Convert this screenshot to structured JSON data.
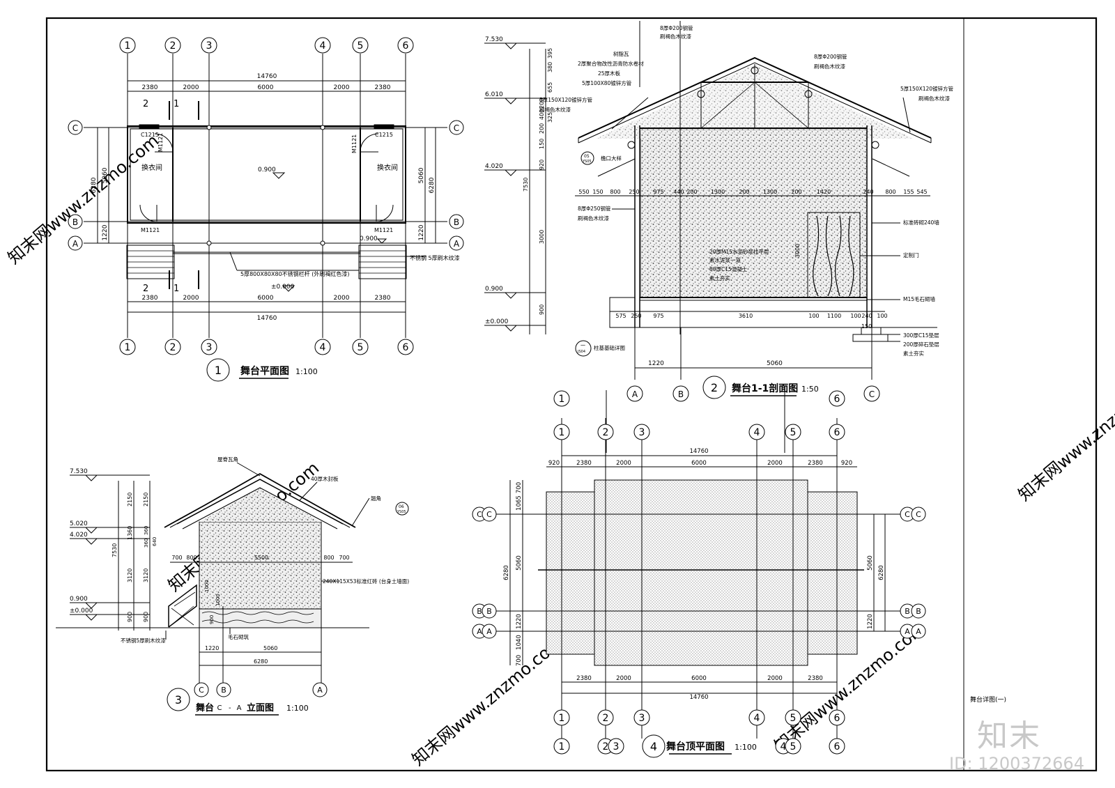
{
  "sheet": {
    "sheet_title": "舞台详图(一)"
  },
  "logo": {
    "brand": "知末",
    "id_text": "ID: 1200372664",
    "watermark": "知末网www.znzmo.com"
  },
  "grid_marks": [
    "1",
    "2",
    "3",
    "4",
    "5",
    "6",
    "A",
    "B",
    "C"
  ],
  "view1": {
    "title": "舞台平面图",
    "scale": "1:100",
    "dims_top": [
      "14760",
      "2380",
      "2000",
      "6000",
      "2000",
      "2380"
    ],
    "dims_bottom": [
      "2380",
      "2000",
      "6000",
      "2000",
      "2380",
      "14760"
    ],
    "dims_left": [
      "6280",
      "5060",
      "1220"
    ],
    "dims_right": [
      "5060",
      "6280",
      "1220"
    ],
    "rooms": [
      "换衣间",
      "换衣间"
    ],
    "doors": [
      "M1121",
      "M1121",
      "M1121",
      "M1121"
    ],
    "windows": [
      "C1215",
      "C1215"
    ],
    "levels": [
      "0.900",
      "0.900",
      "±0.000"
    ],
    "section_marks": [
      "2",
      "1",
      "2",
      "1"
    ],
    "notes": [
      "5厚800X80X80不锈钢栏杆 (外刷褐红色漆)",
      "不锈钢 5厚刷木纹漆"
    ]
  },
  "view2": {
    "title": "舞台1-1剖面图",
    "scale": "1:50",
    "levels": [
      "7.530",
      "6.010",
      "4.020",
      "0.900",
      "±0.000"
    ],
    "dims_vertical": [
      "395",
      "380",
      "655",
      "200",
      "400",
      "325",
      "200",
      "150",
      "920",
      "7530",
      "3000",
      "900"
    ],
    "dims_row_mid": [
      "550",
      "150",
      "800",
      "250",
      "975",
      "440",
      "200",
      "1300",
      "200",
      "1300",
      "200",
      "1420",
      "240",
      "800",
      "155",
      "545"
    ],
    "dims_row_low": [
      "575",
      "250",
      "975",
      "3610",
      "100",
      "1100",
      "100",
      "240",
      "100"
    ],
    "dims_bottom": [
      "1220",
      "5060"
    ],
    "label_150": "150",
    "notes": [
      "树脂瓦",
      "2厚聚合物改性沥青防水卷材",
      "25厚木板",
      "5厚100X80镀锌方管",
      "5厚150X120镀锌方管",
      "刷褐色木纹漆",
      "8厚Φ200钢管",
      "刷褐色木纹漆",
      "8厚Φ200钢管",
      "刷褐色木纹漆",
      "5厚150X120镀锌方管",
      "刷褐色木纹漆",
      "8厚Φ250钢管",
      "刷褐色木纹漆",
      "标准砖砌240墙",
      "定制门",
      "M15毛石砌墙",
      "300厚C15垫层",
      "200厚碎石垫层",
      "素土夯实",
      "20厚M15水泥砂浆找平层",
      "素水泥浆一道",
      "80厚C15混凝土",
      "素土夯实",
      "檐口大样",
      "柱基基础详图"
    ],
    "detail_refs": [
      "05",
      "YS05",
      "一",
      "JS04"
    ],
    "label_3000": "3000"
  },
  "view3": {
    "title": "舞台",
    "title_suffix": "立面图",
    "axis_from": "C",
    "axis_to": "A",
    "scale": "1:100",
    "levels": [
      "7.530",
      "5.020",
      "4.020",
      "0.900",
      "±0.000"
    ],
    "dims_left_outer": [
      "7530"
    ],
    "dims_left": [
      "2150",
      "1360",
      "3120",
      "900"
    ],
    "dims_left2": [
      "2150",
      "360",
      "360",
      "640",
      "3120",
      "900"
    ],
    "dims_row": [
      "700",
      "800",
      "5500",
      "800",
      "700"
    ],
    "dims_bottom": [
      "1220",
      "5060",
      "6280"
    ],
    "dims_small": [
      "1000",
      "1000",
      "900"
    ],
    "notes": [
      "屋脊瓦角",
      "40厚木封板",
      "翘角",
      "240X115X53标准红砖 (台身土墙面)",
      "毛石砌筑",
      "不锈钢5厚刷木纹漆"
    ],
    "detail_ref": [
      "06",
      "YS05"
    ]
  },
  "view4": {
    "title": "舞台顶平面图",
    "scale": "1:100",
    "dims_top_total": "14760",
    "dims_top": [
      "920",
      "2380",
      "2000",
      "6000",
      "2000",
      "2380",
      "920"
    ],
    "dims_bottom": [
      "2380",
      "2000",
      "6000",
      "2000",
      "2380",
      "14760"
    ],
    "dims_left": [
      "700",
      "1065",
      "6280",
      "5060",
      "1220",
      "1040",
      "700"
    ],
    "dims_right": [
      "5060",
      "6280",
      "1220"
    ]
  }
}
